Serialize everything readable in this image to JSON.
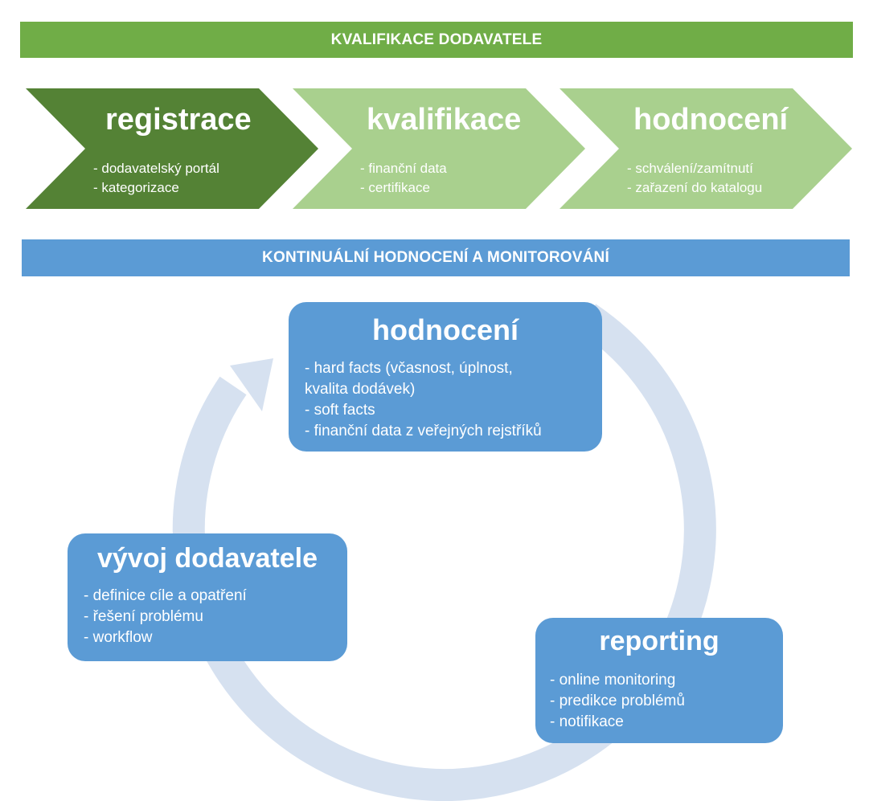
{
  "header": {
    "title": "KVALIFIKACE DODAVATELE"
  },
  "process_steps": [
    {
      "title": "registrace",
      "items": [
        "- dodavatelský portál",
        "- kategorizace"
      ],
      "color": "#548235"
    },
    {
      "title": "kvalifikace",
      "items": [
        "- finanční data",
        "- certifikace"
      ],
      "color": "#a9d08e"
    },
    {
      "title": "hodnocení",
      "items": [
        "- schválení/zamítnutí",
        "- zařazení do katalogu"
      ],
      "color": "#a9d08e"
    }
  ],
  "section": {
    "title": "KONTINUÁLNÍ HODNOCENÍ A MONITOROVÁNÍ"
  },
  "cycle": {
    "evaluation": {
      "title": "hodnocení",
      "items": [
        "- hard facts (včasnost, úplnost,",
        "kvalita dodávek)",
        "- soft facts",
        "- finanční data z veřejných rejstříků"
      ]
    },
    "supplier_development": {
      "title": "vývoj dodavatele",
      "items": [
        "- definice cíle a opatření",
        "- řešení problému",
        "- workflow"
      ]
    },
    "reporting": {
      "title": "reporting",
      "items": [
        "- online monitoring",
        "- predikce problémů",
        "- notifikace"
      ]
    }
  },
  "colors": {
    "green_banner": "#70ad47",
    "dark_green": "#548235",
    "light_green": "#a9d08e",
    "blue": "#5b9bd5",
    "light_blue_arrow": "#d6e1f0"
  }
}
